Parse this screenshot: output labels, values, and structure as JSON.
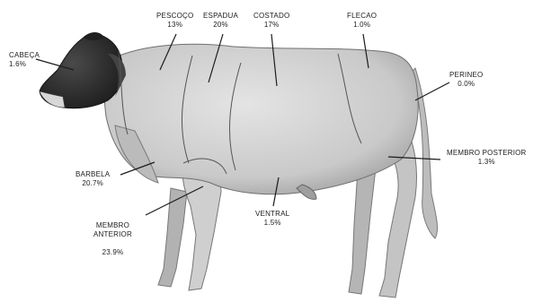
{
  "regions": [
    {
      "id": "cabeca",
      "name": "CABEÇA",
      "value": "1.6%"
    },
    {
      "id": "pescoco",
      "name": "PESCOÇO",
      "value": "13%"
    },
    {
      "id": "espadua",
      "name": "ESPADUA",
      "value": "20%"
    },
    {
      "id": "costado",
      "name": "COSTADO",
      "value": "17%"
    },
    {
      "id": "flancos",
      "name": "FLECAO",
      "value": "1.0%"
    },
    {
      "id": "perineo",
      "name": "PERINEO",
      "value": "0.0%"
    },
    {
      "id": "membro-posterior",
      "name": "MEMBRO POSTERIOR",
      "value": "1.3%"
    },
    {
      "id": "barbela",
      "name": "BARBELA",
      "value": "20.7%"
    },
    {
      "id": "membro-anterior",
      "name": "MEMBRO\nANTERIOR",
      "value": "23.9%"
    },
    {
      "id": "ventral",
      "name": "VENTRAL",
      "value": "1.5%"
    }
  ],
  "colors": {
    "ink": "#1c1c1c",
    "coat": "#cdcdcd",
    "coat_shadow": "#8a8a8a",
    "head": "#2a2a2a",
    "background": "#ffffff"
  }
}
